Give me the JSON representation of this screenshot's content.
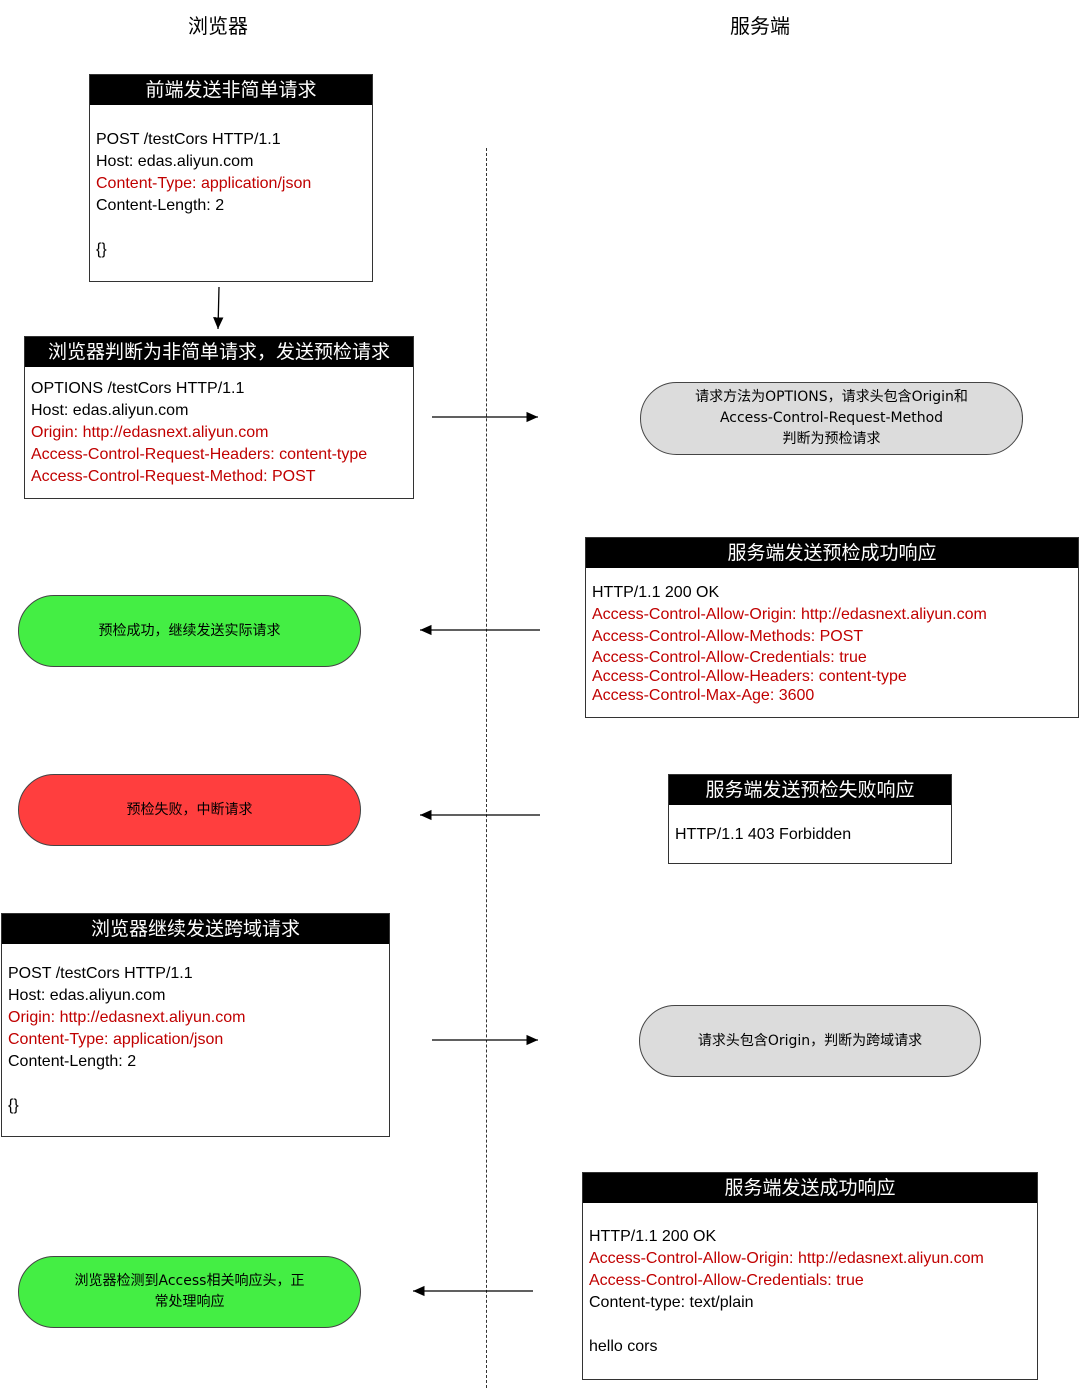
{
  "columns": {
    "browser": "浏览器",
    "server": "服务端"
  },
  "step1": {
    "title": "前端发送非简单请求",
    "lines": [
      {
        "text": "POST /testCors HTTP/1.1",
        "red": false
      },
      {
        "text": "Host: edas.aliyun.com",
        "red": false
      },
      {
        "text": "Content-Type: application/json",
        "red": true
      },
      {
        "text": "Content-Length: 2",
        "red": false
      },
      {
        "text": "",
        "red": false
      },
      {
        "text": "{}",
        "red": false
      }
    ]
  },
  "step2": {
    "title": "浏览器判断为非简单请求，发送预检请求",
    "lines": [
      {
        "text": "OPTIONS /testCors HTTP/1.1",
        "red": false
      },
      {
        "text": "Host: edas.aliyun.com",
        "red": false
      },
      {
        "text": "Origin: http://edasnext.aliyun.com",
        "red": true
      },
      {
        "text": "Access-Control-Request-Headers: content-type",
        "red": true
      },
      {
        "text": "Access-Control-Request-Method: POST",
        "red": true
      }
    ]
  },
  "server_check1": [
    "请求方法为OPTIONS，请求头包含Origin和",
    "Access-Control-Request-Method",
    "判断为预检请求"
  ],
  "preflight_ok": {
    "title": "服务端发送预检成功响应",
    "lines": [
      {
        "text": "HTTP/1.1 200 OK",
        "red": false
      },
      {
        "text": "Access-Control-Allow-Origin: http://edasnext.aliyun.com",
        "red": true
      },
      {
        "text": "Access-Control-Allow-Methods: POST",
        "red": true
      },
      {
        "text": "Access-Control-Allow-Credentials: true",
        "red": true
      },
      {
        "text": "Access-Control-Allow-Headers: content-type",
        "red": true
      },
      {
        "text": "Access-Control-Max-Age: 3600",
        "red": true
      }
    ]
  },
  "browser_ok1": "预检成功，继续发送实际请求",
  "preflight_fail": {
    "title": "服务端发送预检失败响应",
    "lines": [
      {
        "text": "HTTP/1.1 403 Forbidden",
        "red": false
      }
    ]
  },
  "browser_fail": "预检失败，中断请求",
  "step3": {
    "title": "浏览器继续发送跨域请求",
    "lines": [
      {
        "text": "POST /testCors HTTP/1.1",
        "red": false
      },
      {
        "text": "Host: edas.aliyun.com",
        "red": false
      },
      {
        "text": "Origin: http://edasnext.aliyun.com",
        "red": true
      },
      {
        "text": "Content-Type: application/json",
        "red": true
      },
      {
        "text": "Content-Length: 2",
        "red": false
      },
      {
        "text": "",
        "red": false
      },
      {
        "text": "{}",
        "red": false
      }
    ]
  },
  "server_check2": [
    "请求头包含Origin，判断为跨域请求"
  ],
  "final_ok": {
    "title": "服务端发送成功响应",
    "lines": [
      {
        "text": "HTTP/1.1 200 OK",
        "red": false
      },
      {
        "text": "Access-Control-Allow-Origin: http://edasnext.aliyun.com",
        "red": true
      },
      {
        "text": "Access-Control-Allow-Credentials: true",
        "red": true
      },
      {
        "text": "Content-type: text/plain",
        "red": false
      },
      {
        "text": "",
        "red": false
      },
      {
        "text": "hello cors",
        "red": false
      }
    ]
  },
  "browser_ok2": [
    "浏览器检测到Access相关响应头，正",
    "常处理响应"
  ],
  "colors": {
    "red_text": "#c00000",
    "gray_pill": "#dcdcdc",
    "green_pill": "#44ee44",
    "red_pill": "#ff3e3e"
  }
}
